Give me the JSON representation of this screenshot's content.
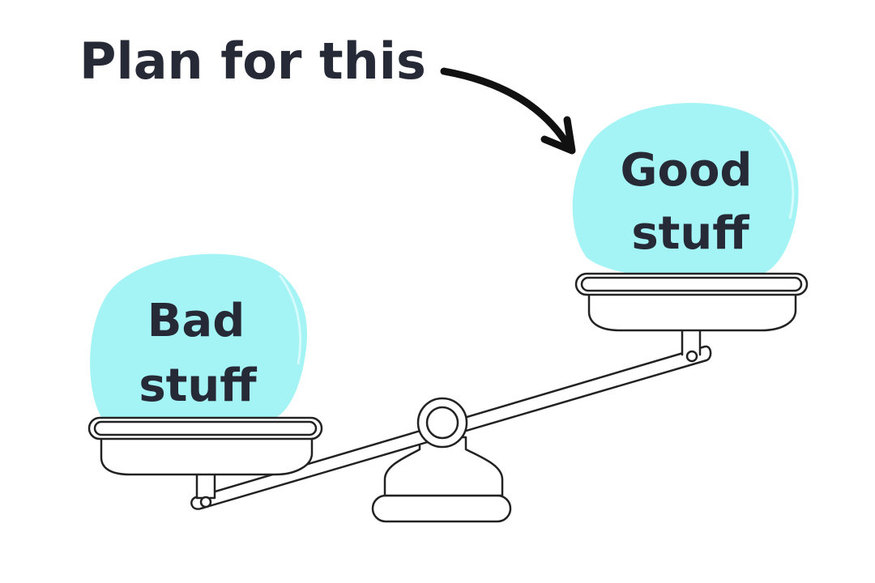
{
  "diagram": {
    "heading": "Plan for this",
    "left_blob": {
      "line1": "Bad",
      "line2": "stuff"
    },
    "right_blob": {
      "line1": "Good",
      "line2": "stuff"
    }
  },
  "colors": {
    "text": "#262a36",
    "line": "#222222",
    "blob": "#a4f3f5",
    "background": "#ffffff"
  }
}
